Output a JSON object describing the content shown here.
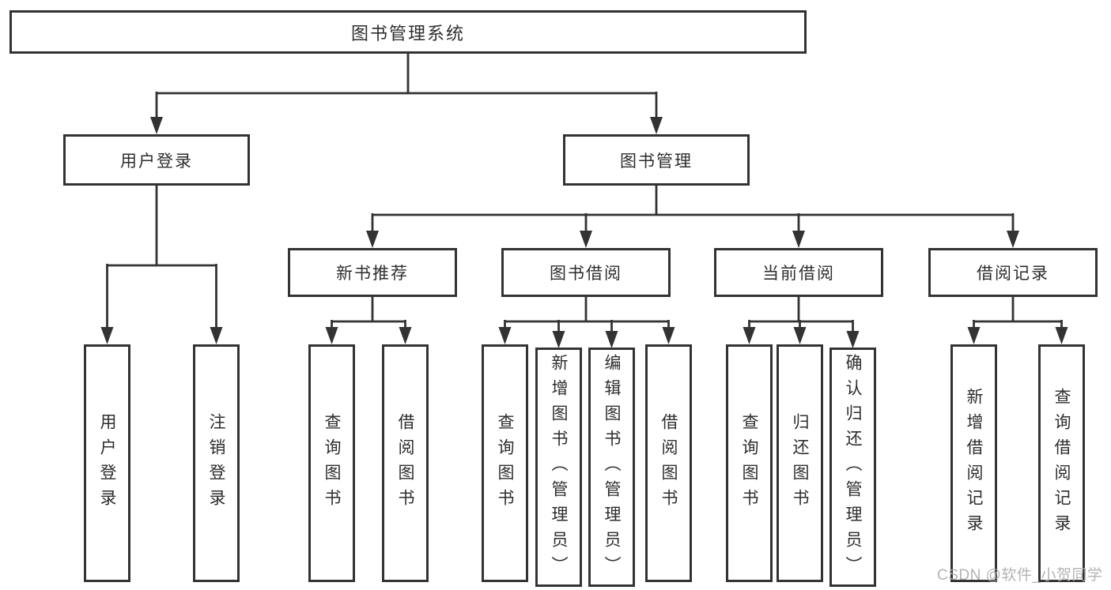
{
  "diagram": {
    "root": "图书管理系统",
    "level2": {
      "user_login": "用户登录",
      "book_management": "图书管理"
    },
    "user_login_children": [
      "用户登录",
      "注销登录"
    ],
    "level3": {
      "new_book_recommend": "新书推荐",
      "book_borrowing": "图书借阅",
      "current_borrowing": "当前借阅",
      "borrowing_records": "借阅记录"
    },
    "new_book_recommend_children": [
      "查询图书",
      "借阅图书"
    ],
    "book_borrowing_children": [
      "查询图书",
      "新增图书（管理员）",
      "编辑图书（管理员）",
      "借阅图书"
    ],
    "current_borrowing_children": [
      "查询图书",
      "归还图书",
      "确认归还（管理员）"
    ],
    "borrowing_records_children": [
      "新增借阅记录",
      "查询借阅记录"
    ]
  },
  "watermark": "CSDN @软件_小贺同学"
}
